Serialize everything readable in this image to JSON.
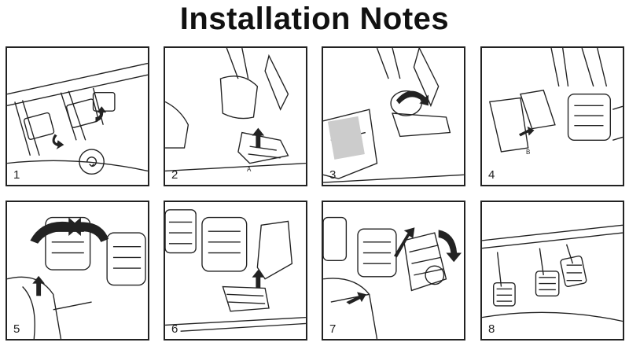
{
  "title": "Installation Notes",
  "panels": [
    {
      "number": "1"
    },
    {
      "number": "2",
      "label": "A"
    },
    {
      "number": "3"
    },
    {
      "number": "4",
      "label": "B"
    },
    {
      "number": "5"
    },
    {
      "number": "6"
    },
    {
      "number": "7"
    },
    {
      "number": "8"
    }
  ]
}
